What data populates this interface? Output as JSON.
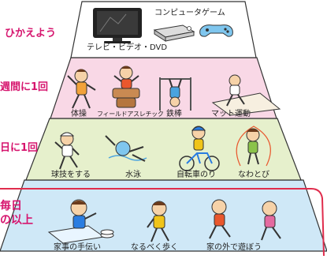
{
  "colors": {
    "tier1": "#ffffff",
    "tier2": "#f9d8e6",
    "tier3": "#e6f0cc",
    "tier4": "#cfe8f7",
    "outline": "#333333",
    "accent": "#d6156e",
    "redline": "#e02c4c"
  },
  "tiers": [
    {
      "frequency": "ひかえよう",
      "activities": [
        "テレビ・ビデオ・DVD",
        "コンピュータゲーム"
      ],
      "icons": [
        "television-icon",
        "game-console-icon",
        "game-controller-icon"
      ]
    },
    {
      "frequency": "週間に1回",
      "activities": [
        "体操",
        "フィールドアスレチック",
        "鉄棒",
        "マット運動"
      ]
    },
    {
      "frequency": "日に1回",
      "activities": [
        "球技をする",
        "水泳",
        "自転車のり",
        "なわとび"
      ]
    },
    {
      "frequency_line1": "毎日",
      "frequency_line2": "の以上",
      "activities": [
        "家事の手伝い",
        "なるべく歩く",
        "家の外で遊ぼう"
      ]
    }
  ]
}
